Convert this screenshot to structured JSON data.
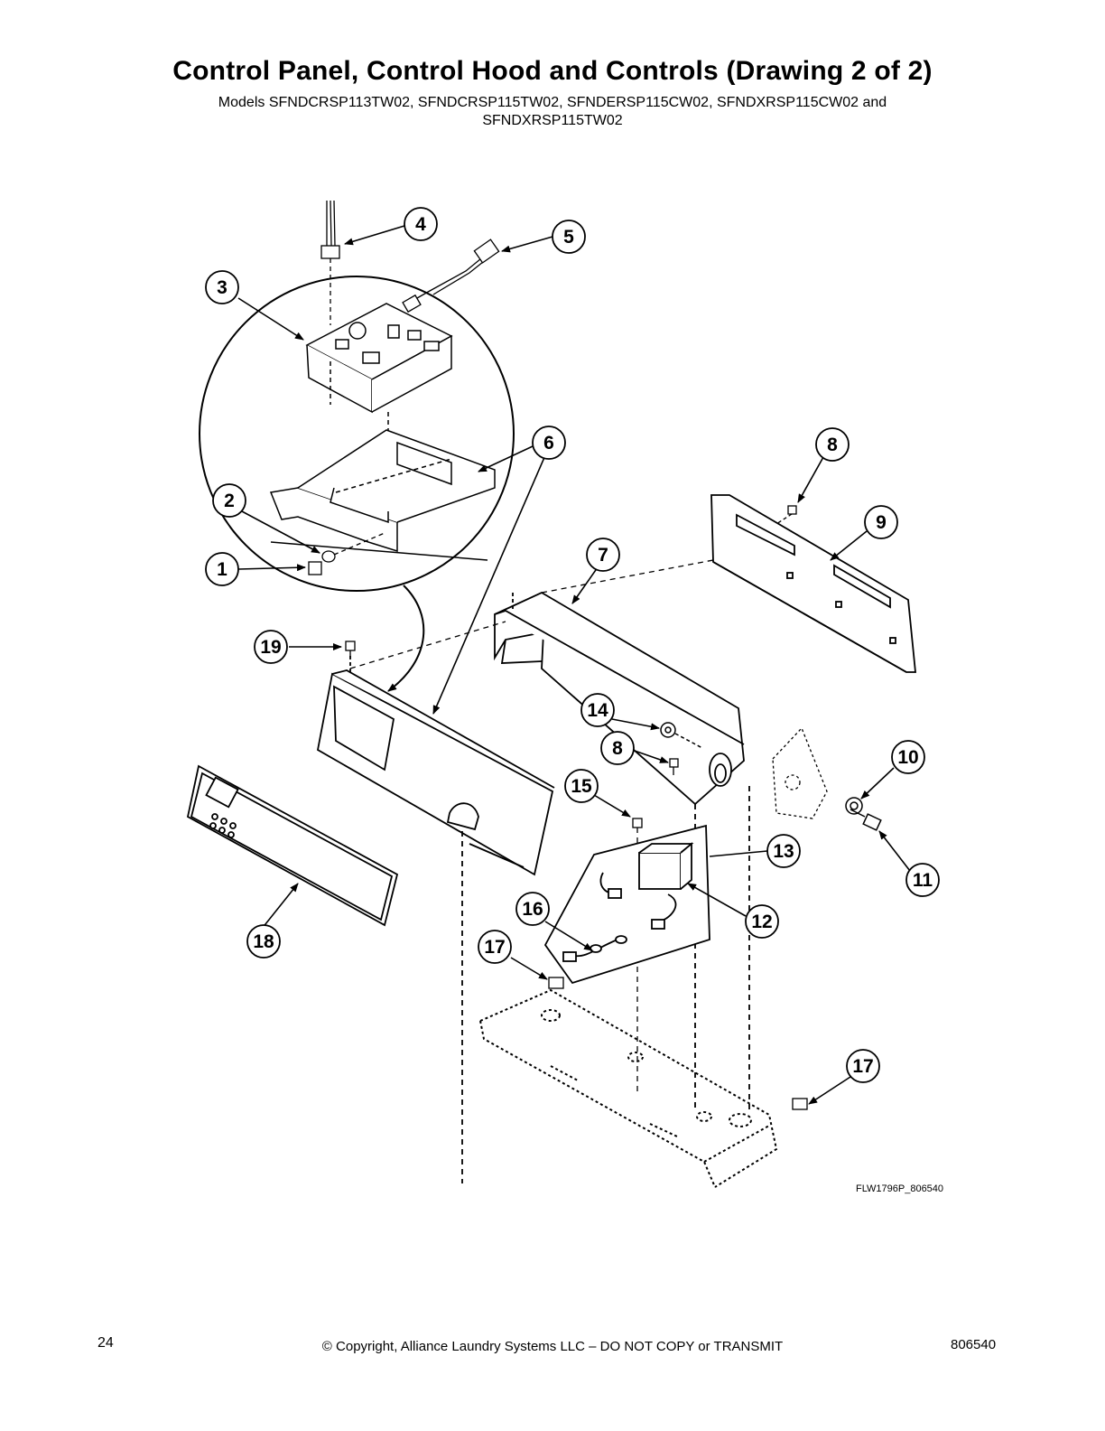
{
  "header": {
    "title": "Control Panel, Control Hood and Controls (Drawing 2 of 2)",
    "subtitle_line1": "Models SFNDCRSP113TW02, SFNDCRSP115TW02, SFNDERSP115CW02, SFNDXRSP115CW02 and",
    "subtitle_line2": "SFNDXRSP115TW02"
  },
  "diagram": {
    "drawing_code": "FLW1796P_806540",
    "callouts": [
      "1",
      "2",
      "3",
      "4",
      "5",
      "6",
      "7",
      "8",
      "8",
      "9",
      "10",
      "11",
      "12",
      "13",
      "14",
      "15",
      "16",
      "17",
      "17",
      "18",
      "19"
    ]
  },
  "footer": {
    "page_number": "24",
    "copyright": "© Copyright, Alliance Laundry Systems LLC – DO NOT COPY or TRANSMIT",
    "document_number": "806540"
  }
}
